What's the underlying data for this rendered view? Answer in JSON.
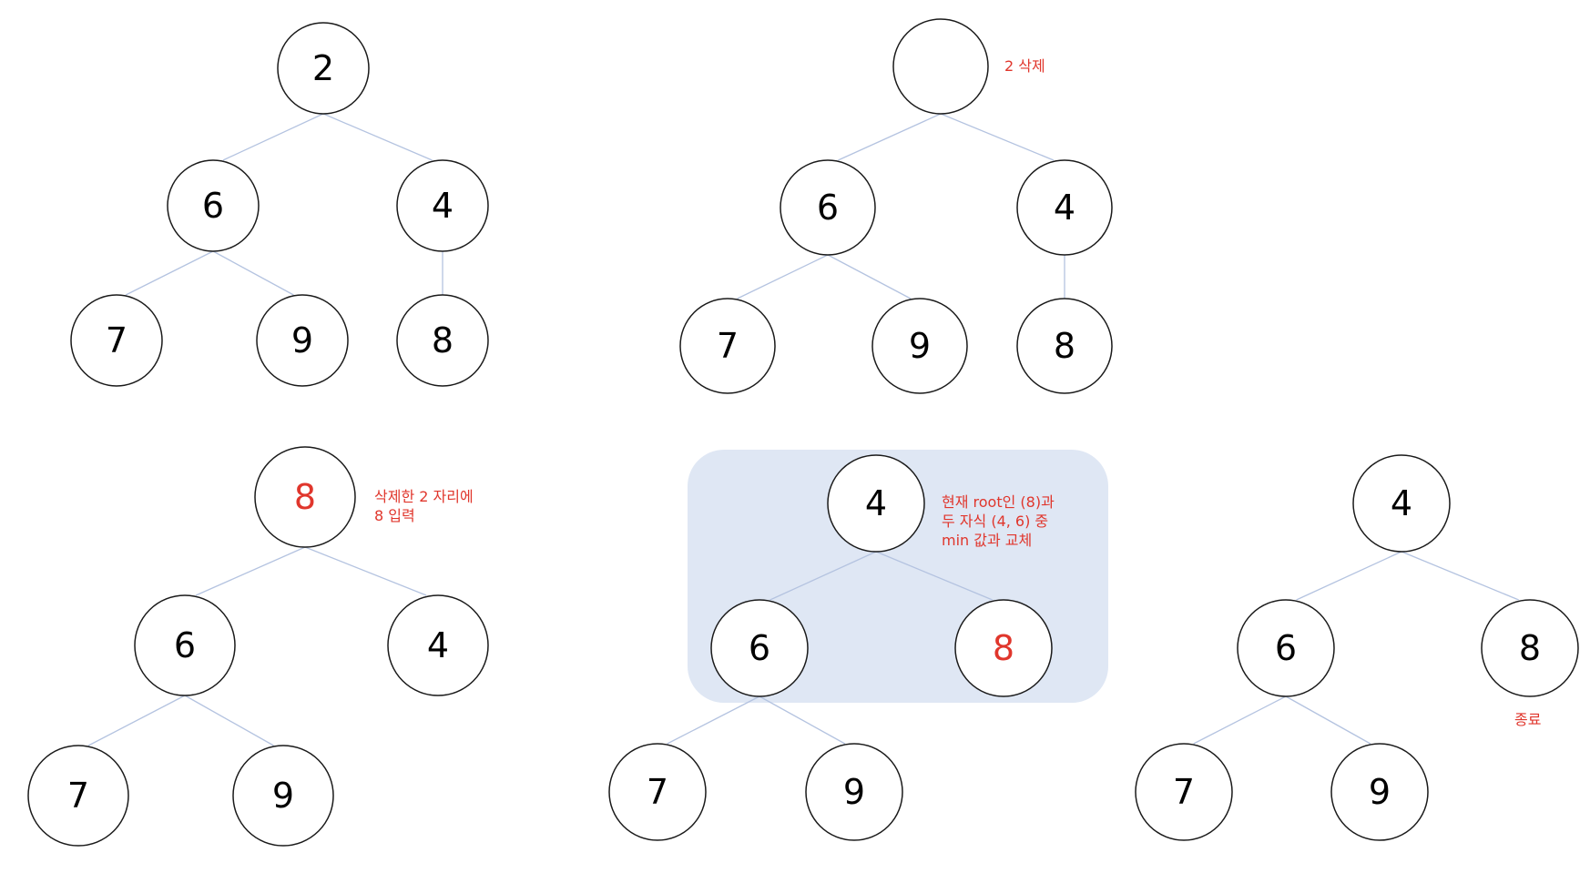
{
  "colors": {
    "highlight": "#dfe7f4",
    "edge": "#b4c3e0",
    "changed_value": "#e0362c",
    "note": "#e0362c"
  },
  "notes": {
    "delete_root": "2 삭제",
    "insert_last": [
      "삭제한 2 자리에",
      "8 입력"
    ],
    "swap_min": [
      "현재 root인 (8)과",
      "두 자식 (4, 6) 중",
      "min 값과 교체"
    ],
    "finish": "종료"
  },
  "trees": [
    {
      "id": "initial",
      "nodes": [
        {
          "id": "r",
          "value": "2",
          "changed": false
        },
        {
          "id": "a",
          "value": "6",
          "changed": false
        },
        {
          "id": "b",
          "value": "4",
          "changed": false
        },
        {
          "id": "c",
          "value": "7",
          "changed": false
        },
        {
          "id": "d",
          "value": "9",
          "changed": false
        },
        {
          "id": "e",
          "value": "8",
          "changed": false
        }
      ],
      "edges": [
        [
          "r",
          "a"
        ],
        [
          "r",
          "b"
        ],
        [
          "a",
          "c"
        ],
        [
          "a",
          "d"
        ],
        [
          "b",
          "e"
        ]
      ]
    },
    {
      "id": "root-deleted",
      "nodes": [
        {
          "id": "r",
          "value": "",
          "changed": false
        },
        {
          "id": "a",
          "value": "6",
          "changed": false
        },
        {
          "id": "b",
          "value": "4",
          "changed": false
        },
        {
          "id": "c",
          "value": "7",
          "changed": false
        },
        {
          "id": "d",
          "value": "9",
          "changed": false
        },
        {
          "id": "e",
          "value": "8",
          "changed": false
        }
      ],
      "edges": [
        [
          "r",
          "a"
        ],
        [
          "r",
          "b"
        ],
        [
          "a",
          "c"
        ],
        [
          "a",
          "d"
        ],
        [
          "b",
          "e"
        ]
      ]
    },
    {
      "id": "last-moved-to-root",
      "nodes": [
        {
          "id": "r",
          "value": "8",
          "changed": true
        },
        {
          "id": "a",
          "value": "6",
          "changed": false
        },
        {
          "id": "b",
          "value": "4",
          "changed": false
        },
        {
          "id": "c",
          "value": "7",
          "changed": false
        },
        {
          "id": "d",
          "value": "9",
          "changed": false
        }
      ],
      "edges": [
        [
          "r",
          "a"
        ],
        [
          "r",
          "b"
        ],
        [
          "a",
          "c"
        ],
        [
          "a",
          "d"
        ]
      ]
    },
    {
      "id": "swapped",
      "nodes": [
        {
          "id": "r",
          "value": "4",
          "changed": false
        },
        {
          "id": "a",
          "value": "6",
          "changed": false
        },
        {
          "id": "b",
          "value": "8",
          "changed": true
        },
        {
          "id": "c",
          "value": "7",
          "changed": false
        },
        {
          "id": "d",
          "value": "9",
          "changed": false
        }
      ],
      "edges": [
        [
          "r",
          "a"
        ],
        [
          "r",
          "b"
        ],
        [
          "a",
          "c"
        ],
        [
          "a",
          "d"
        ]
      ]
    },
    {
      "id": "final",
      "nodes": [
        {
          "id": "r",
          "value": "4",
          "changed": false
        },
        {
          "id": "a",
          "value": "6",
          "changed": false
        },
        {
          "id": "b",
          "value": "8",
          "changed": false
        },
        {
          "id": "c",
          "value": "7",
          "changed": false
        },
        {
          "id": "d",
          "value": "9",
          "changed": false
        }
      ],
      "edges": [
        [
          "r",
          "a"
        ],
        [
          "r",
          "b"
        ],
        [
          "a",
          "c"
        ],
        [
          "a",
          "d"
        ]
      ]
    }
  ]
}
